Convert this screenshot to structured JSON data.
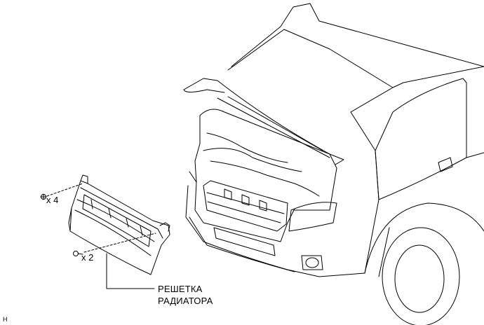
{
  "labels": {
    "part_name_line1": "РЕШЕТКА",
    "part_name_line2": "РАДИАТОРА",
    "clip_quantity": "x 4",
    "screw_quantity": "x 2",
    "corner_code": "H"
  },
  "colors": {
    "line": "#000000",
    "background": "#ffffff"
  }
}
